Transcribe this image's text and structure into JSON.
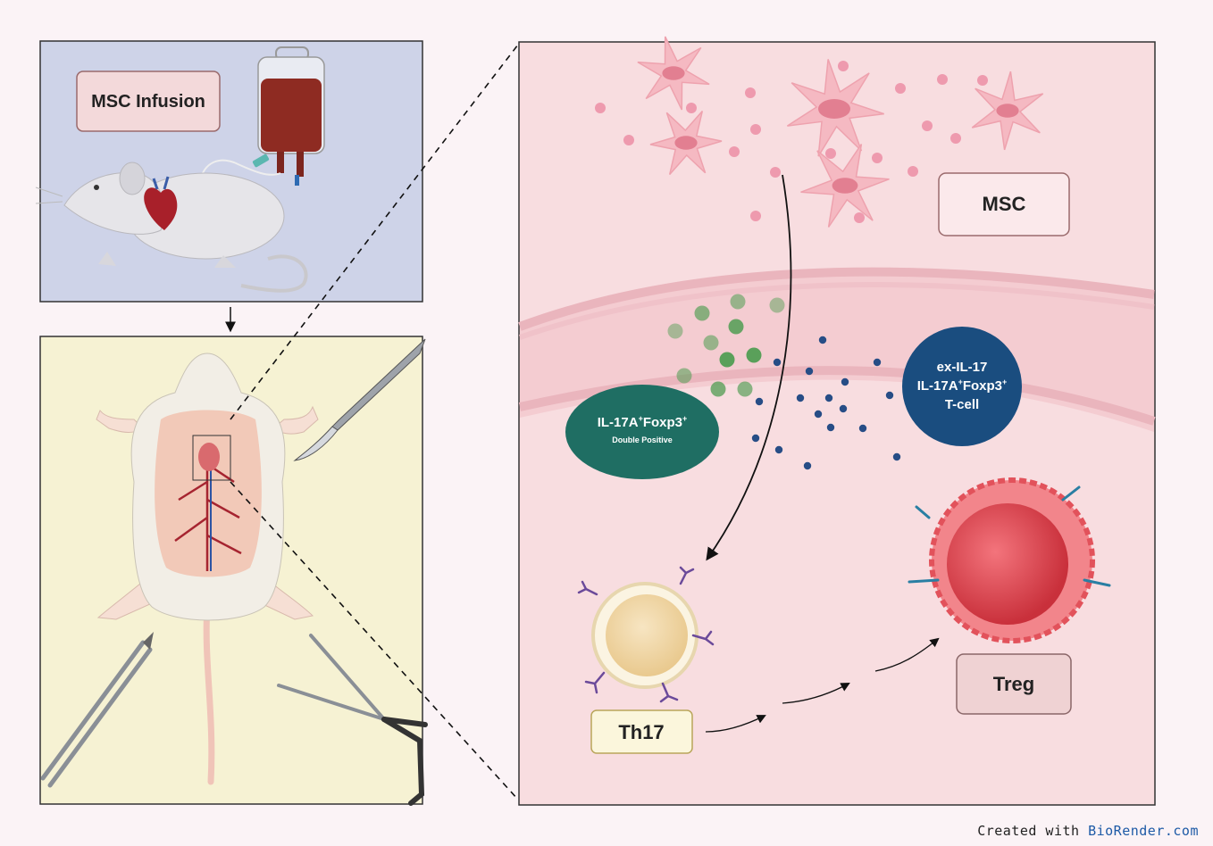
{
  "infusion_label": "MSC Infusion",
  "msc_label": "MSC",
  "double_positive": {
    "line1": "IL-17A",
    "sup1": "+",
    "line1b": "Foxp3",
    "sup2": "+",
    "line2": "Double Positive"
  },
  "ex_cell": {
    "line1": "ex-IL-17",
    "line2a": "IL-17A",
    "sup1": "+",
    "line2b": "Foxp3",
    "sup2": "+",
    "line3": "T-cell"
  },
  "th17_label": "Th17",
  "treg_label": "Treg",
  "credit": {
    "prefix": "Created with ",
    "brand": "BioRender.com"
  },
  "colors": {
    "top_left_panel": "#ced3e8",
    "bottom_left_panel": "#f6f2d3",
    "right_panel": "#f8dde0",
    "msc_cell": "#f5b9c2",
    "secretome_dot": "#ee9aae",
    "green_vesicle": "#5aa05a",
    "blue_dot": "#274d86",
    "double_positive_fill": "#1f6e63",
    "ex_cell_fill": "#1a4d7f",
    "treg_fill": "#e04a52",
    "th17_fill": "#f3dfb3"
  }
}
